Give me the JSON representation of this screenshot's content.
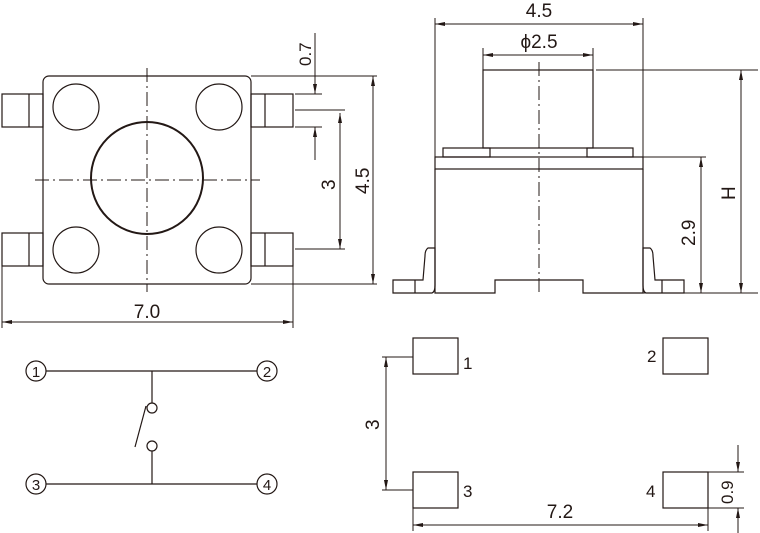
{
  "top_view": {
    "dim_tab_width": "0.7",
    "dim_pin_pitch": "3",
    "dim_body": "4.5",
    "dim_overall_width": "7.0"
  },
  "side_view": {
    "dim_body_width": "4.5",
    "dim_plunger": "ϕ2.5",
    "dim_height": "H",
    "dim_body_height": "2.9"
  },
  "schematic": {
    "terminals": [
      "1",
      "2",
      "3",
      "4"
    ]
  },
  "footprint": {
    "pad_labels": [
      "1",
      "2",
      "3",
      "4"
    ],
    "dim_pitch_y": "3",
    "dim_pitch_x": "7.2",
    "dim_pad": "0.9"
  },
  "colors": {
    "line": "#231815"
  }
}
